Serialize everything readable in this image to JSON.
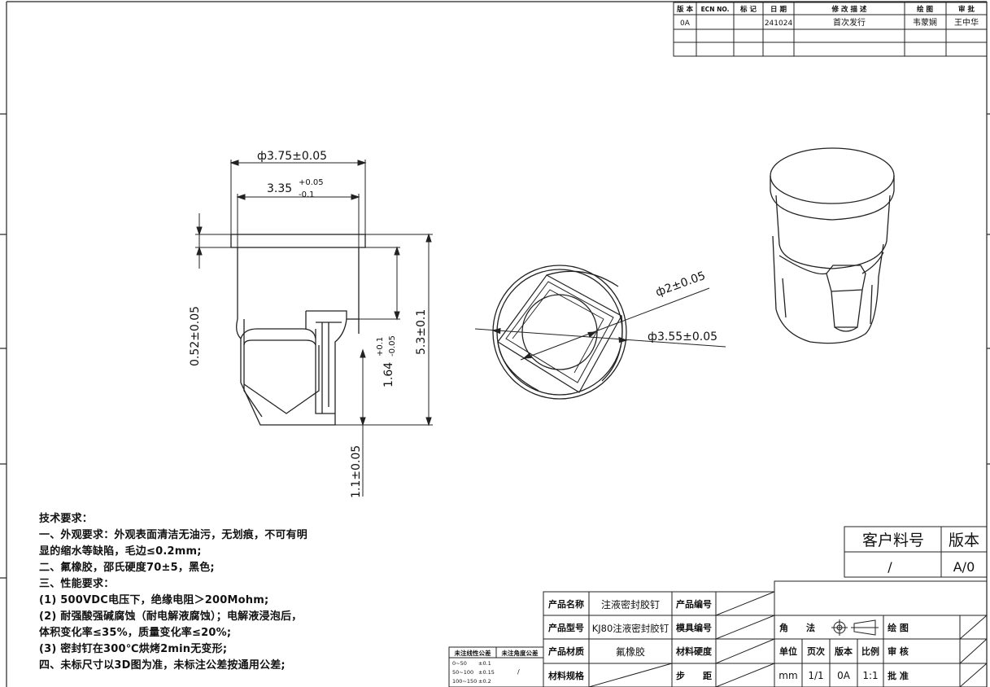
{
  "revision_table": {
    "headers": [
      "版 本",
      "ECN NO.",
      "标 记",
      "日 期",
      "修 改 描 述",
      "绘 图",
      "审 批"
    ],
    "rows": [
      [
        "0A",
        "",
        "",
        "241024",
        "首次发行",
        "韦蒙娴",
        "王中华"
      ]
    ]
  },
  "dimensions": {
    "d_top": "ф3.75±0.05",
    "d_inner": "3.35",
    "d_inner_tol_upper": "+0.05",
    "d_inner_tol_lower": "-0.1",
    "height_052": "0.52±0.05",
    "height_164": "1.64",
    "height_164_tol_upper": "+0.1",
    "height_164_tol_lower": "-0.05",
    "height_53": "5.3±0.1",
    "height_11": "1.1±0.05",
    "d_hole": "ф2±0.05",
    "d_outer": "ф3.55±0.05"
  },
  "tech_requirements": {
    "title": "技术要求：",
    "lines": [
      "一、外观要求：外观表面清洁无油污，无划痕，不可有明",
      "显的缩水等缺陷，毛边≤0.2mm;",
      "二、氟橡胶，邵氏硬度70±5，黑色;",
      "三、性能要求：",
      "(1) 500VDC电压下，绝缘电阻＞200Mohm;",
      "(2) 耐强酸强碱腐蚀（耐电解液腐蚀）；电解液浸泡后，",
      "体积变化率≤35%，质量变化率≤20%;",
      "(3) 密封钉在300℃烘烤2min无变形;",
      "四、未标尺寸以3D图为准，未标注公差按通用公差;"
    ]
  },
  "customer_box": {
    "label_part": "客户料号",
    "label_rev": "版本",
    "value_part": "/",
    "value_rev": "A/0"
  },
  "title_block": {
    "product_name_label": "产品名称",
    "product_name": "注液密封胶钉",
    "product_no_label": "产品编号",
    "product_model_label": "产品型号",
    "product_model": "KJ80注液密封胶钉",
    "mold_no_label": "模具编号",
    "material_label": "产品材质",
    "material": "氟橡胶",
    "hardness_label": "材料硬度",
    "spec_label": "材料规格",
    "step_label": "步　　距",
    "angle_label": "角　　法",
    "drawer_label": "绘 图",
    "unit_label": "单位",
    "page_label": "页次",
    "rev_label": "版本",
    "scale_label": "比例",
    "review_label": "审 核",
    "unit": "mm",
    "page": "1/1",
    "rev": "0A",
    "scale": "1:1",
    "approve_label": "批 准"
  },
  "tolerance_table": {
    "header_linear": "未注线性公差",
    "header_angle": "未注角度公差",
    "rows": [
      [
        "0~50",
        "±0.1"
      ],
      [
        "50~100",
        "±0.15"
      ],
      [
        "100~150",
        "±0.2"
      ]
    ],
    "angle_value": "/"
  }
}
